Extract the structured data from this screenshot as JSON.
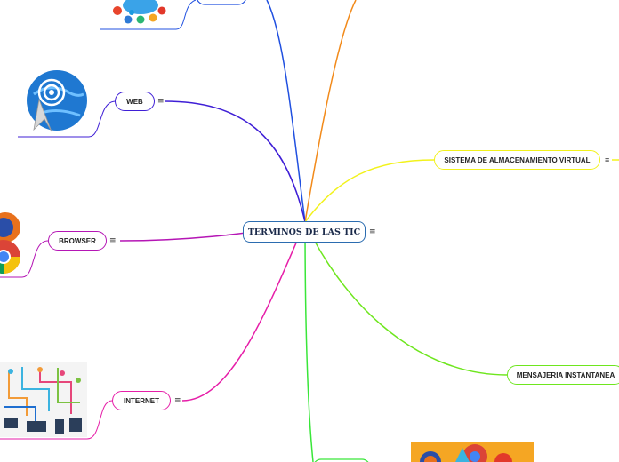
{
  "root": {
    "label": "TERMINOS DE LAS TIC"
  },
  "topics": {
    "web": "WEB",
    "browser": "BROWSER",
    "internet": "INTERNET",
    "storage": "SISTEMA DE ALMACENAMIENTO VIRTUAL",
    "messaging": "MENSAJERIA INSTANTANEA"
  },
  "menu_glyph": "≡",
  "colors": {
    "root_border": "#2b6cb0",
    "web": "#3f1fd6",
    "browser": "#b516b5",
    "internet": "#e61ea8",
    "storage": "#f2f21c",
    "messaging": "#6ee61e",
    "bottom": "#39e639",
    "top_left": "#2050e0",
    "top_right": "#f28a1a"
  }
}
